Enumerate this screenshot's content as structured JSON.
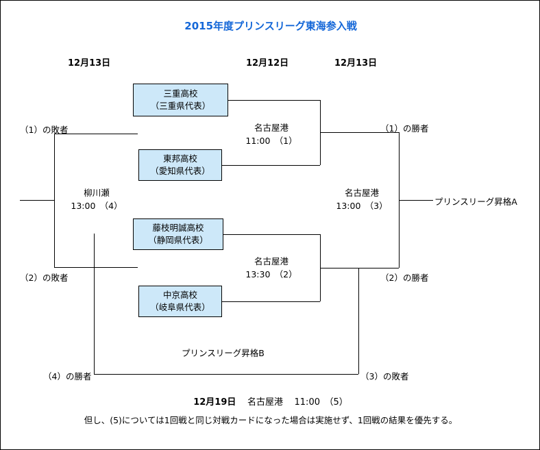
{
  "title": "2015年度プリンスリーグ東海参入戦",
  "title_color": "#1467d8",
  "box_fill_color": "#cde8f9",
  "date_headers": [
    {
      "label": "12月13日"
    },
    {
      "label": "12月12日"
    },
    {
      "label": "12月13日"
    }
  ],
  "teams": [
    {
      "name": "三重高校",
      "region": "（三重県代表）"
    },
    {
      "name": "東邦高校",
      "region": "（愛知県代表）"
    },
    {
      "name": "藤枝明誠高校",
      "region": "（静岡県代表）"
    },
    {
      "name": "中京高校",
      "region": "（岐阜県代表）"
    }
  ],
  "matches": [
    {
      "venue": "名古屋港",
      "time": "11:00　（1）"
    },
    {
      "venue": "名古屋港",
      "time": "13:30　（2）"
    },
    {
      "venue": "名古屋港",
      "time": "13:00　（3）"
    },
    {
      "venue": "柳川瀬",
      "time": "13:00　（4）"
    }
  ],
  "side_labels": {
    "loser_1": "（1）の敗者",
    "loser_2": "（2）の敗者",
    "winner_1": "（1）の勝者",
    "winner_2": "（2）の勝者",
    "winner_4": "（4）の勝者",
    "loser_3": "（3）の敗者"
  },
  "promotions": {
    "a": "プリンスリーグ昇格A",
    "b": "プリンスリーグ昇格B"
  },
  "footer": {
    "date": "12月19日",
    "venue": "名古屋港",
    "time": "11:00　（5）",
    "note": "但し、(5)については1回戦と同じ対戦カードになった場合は実施せず、1回戦の結果を優先する。"
  }
}
